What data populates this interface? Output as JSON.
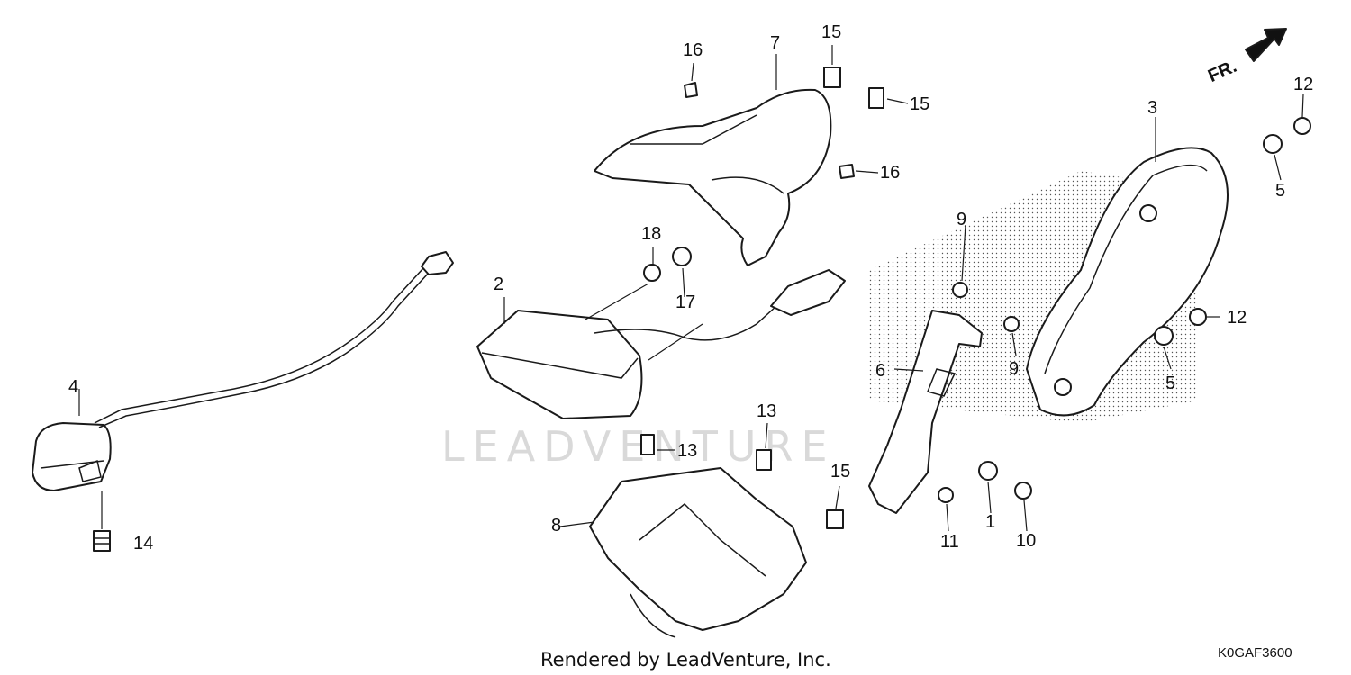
{
  "diagram": {
    "direction_label": "FR.",
    "watermark": "LEADVENTURE",
    "credit": "Rendered by LeadVenture, Inc.",
    "code": "K0GAF3600",
    "callouts": [
      "1",
      "2",
      "3",
      "4",
      "5",
      "5",
      "6",
      "7",
      "8",
      "9",
      "9",
      "10",
      "11",
      "12",
      "12",
      "13",
      "13",
      "14",
      "15",
      "15",
      "15",
      "16",
      "16",
      "17",
      "18"
    ],
    "colors": {
      "line": "#1a1a1a",
      "watermark": "#d9d9d9",
      "background": "#ffffff"
    }
  }
}
